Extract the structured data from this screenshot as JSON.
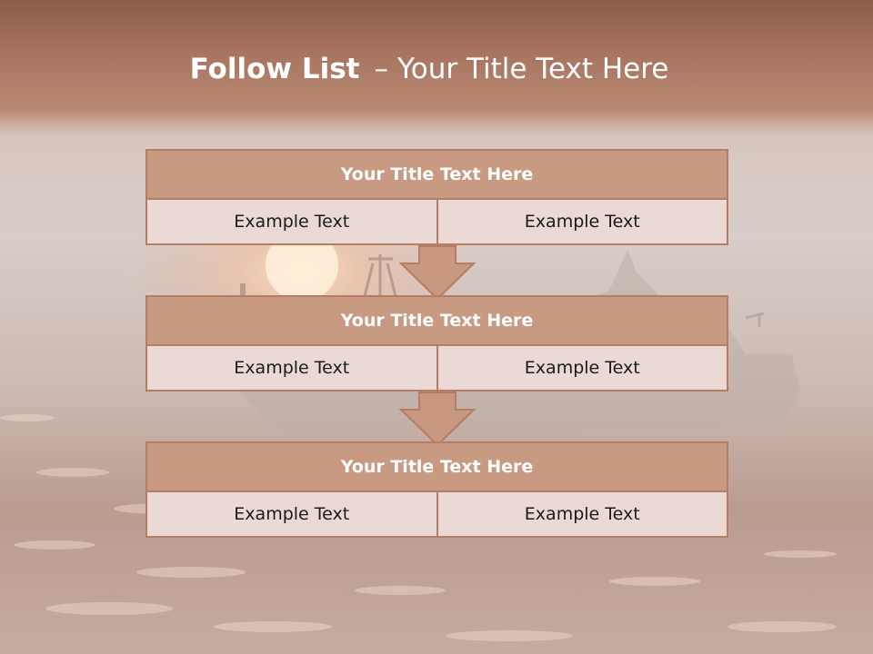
{
  "title": {
    "bold": "Follow List",
    "separator": "–",
    "rest": "Your Title Text Here"
  },
  "steps": [
    {
      "header": "Your Title Text Here",
      "left": "Example Text",
      "right": "Example Text"
    },
    {
      "header": "Your Title Text Here",
      "left": "Example Text",
      "right": "Example Text"
    },
    {
      "header": "Your Title Text Here",
      "left": "Example Text",
      "right": "Example Text"
    }
  ],
  "colors": {
    "header_fill": "#c79a81",
    "border": "#b57d63",
    "cell_fill": "#ead9d5",
    "arrow_fill": "#c99880"
  },
  "background": "sunset-sea-with-ship"
}
